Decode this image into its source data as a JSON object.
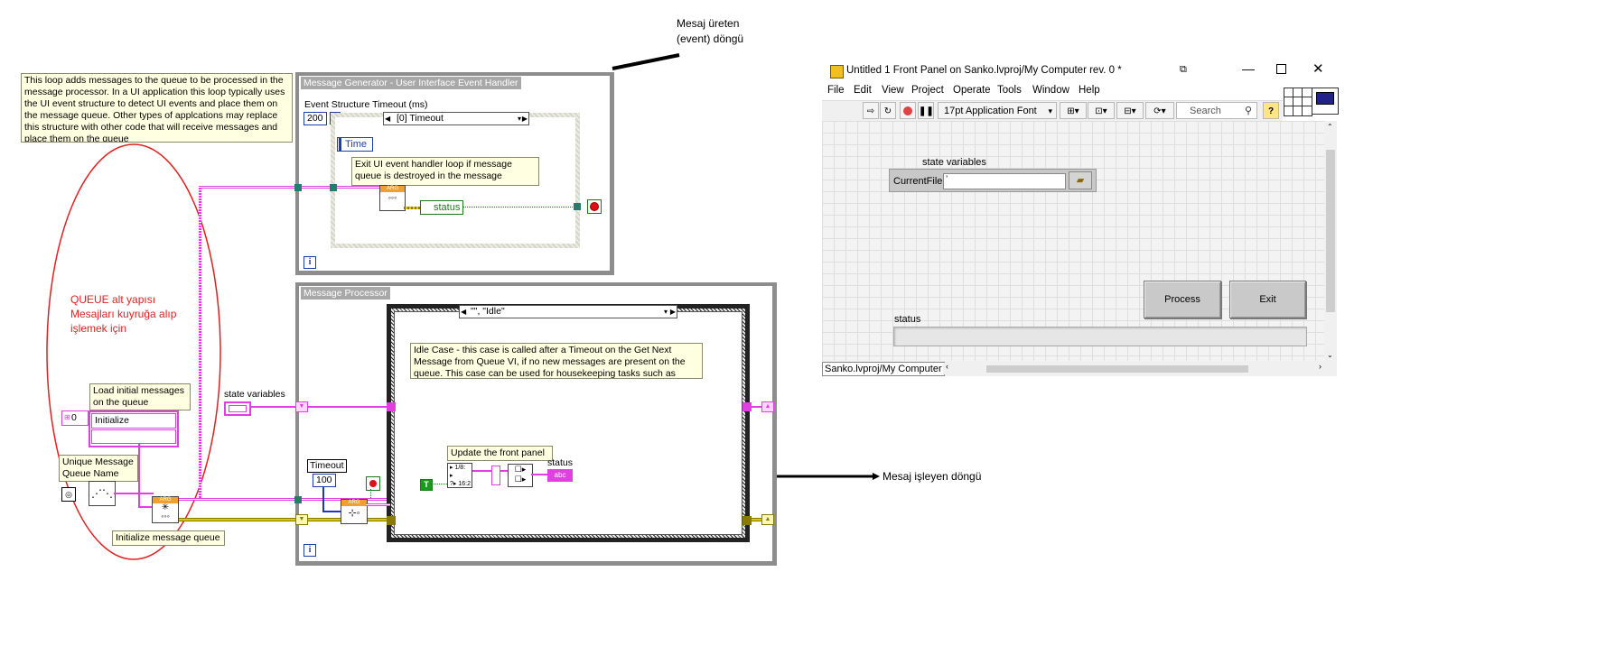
{
  "annotations": {
    "event_loop": "Mesaj üreten\n(event) döngü",
    "processing_loop": "Mesaj işleyen döngü",
    "queue_note": "QUEUE alt yapısı\nMesajları kuyruğa alıp\nişlemek için"
  },
  "comments": {
    "top_left": "This loop adds messages to the queue to be processed in the message processor. In a UI application this loop typically uses the UI event structure to detect UI events and place them on the message queue. Other types of applcations may replace this structure with other code that will receive messages and place them on the queue",
    "exit_handler": "Exit UI event handler loop if message queue is destroyed in the message processor",
    "idle_case": "Idle Case - this case is called after a Timeout on the Get Next Message from Queue VI, if no new messages are present on the queue. This case can be used for housekeeping tasks such as",
    "load_initial": "Load initial messages on the queue",
    "unique_queue": "Unique Message Queue Name",
    "initialize_queue": "Initialize message queue",
    "update_panel": "Update the front panel"
  },
  "diagram": {
    "event_loop_label": "Message Generator - User Interface Event Handler",
    "event_timeout_label": "Event Structure Timeout (ms)",
    "event_timeout_value": "200",
    "event_case": "[0] Timeout",
    "time_label": "Time",
    "status_label": "status",
    "processor_label": "Message Processor",
    "case_selector": "\"\", \"Idle\"",
    "state_variables_label": "state variables",
    "timeout_label": "Timeout",
    "timeout_value": "100",
    "array_index": "0",
    "initialize_item": "Initialize",
    "status_indicator_label": "status",
    "abc": "abc",
    "true_const": "T",
    "iter_symbol": "i"
  },
  "front_panel": {
    "title": "Untitled 1 Front Panel on Sanko.lvproj/My Computer rev. 0 *",
    "menu": [
      "File",
      "Edit",
      "View",
      "Project",
      "Operate",
      "Tools",
      "Window",
      "Help"
    ],
    "font_select": "17pt Application Font",
    "search_placeholder": "Search",
    "help_symbol": "?",
    "cluster_label": "state variables",
    "current_file_label": "CurrentFile",
    "path_symbol": "ʼ",
    "process_button": "Process",
    "exit_button": "Exit",
    "status_label": "status",
    "status_bar_project": "Sanko.lvproj/My Computer"
  }
}
